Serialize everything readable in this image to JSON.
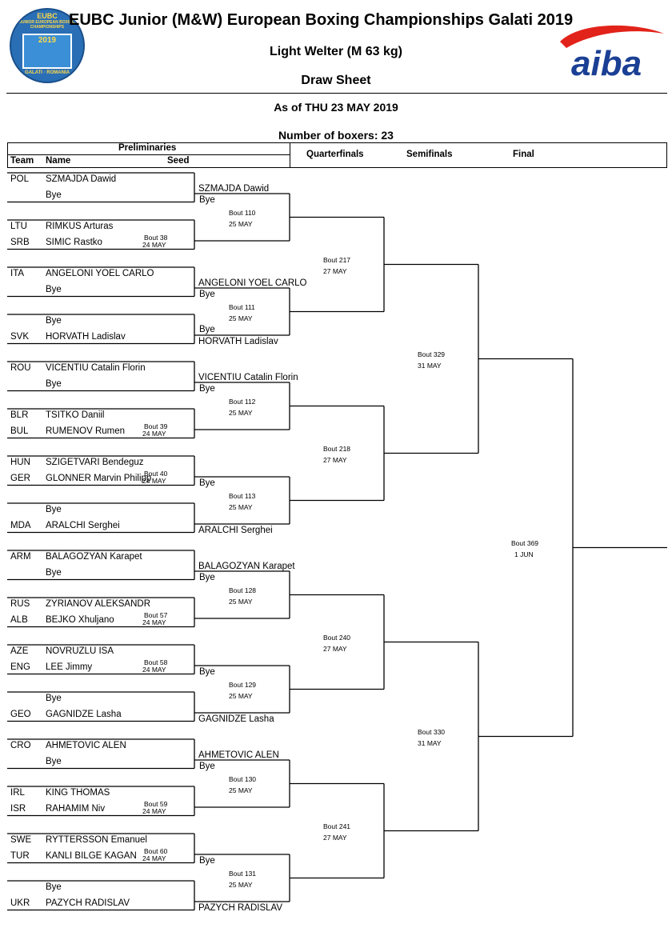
{
  "header": {
    "title": "EUBC Junior (M&W) European Boxing Championships Galati 2019",
    "category": "Light Welter (M 63 kg)",
    "sheet": "Draw Sheet",
    "as_of": "As of THU 23 MAY 2019",
    "boxers": "Number of boxers: 23"
  },
  "logos": {
    "event_top": "EUBC",
    "event_mid": "JUNIOR EUROPEAN BOXING CHAMPIONSHIPS",
    "event_year": "2019",
    "event_bottom": "GALATI · ROMANIA",
    "aiba": "aiba",
    "aiba_color": "#1b3f94",
    "aiba_swoosh": "#e2231a"
  },
  "columns": {
    "preliminaries": "Preliminaries",
    "team": "Team",
    "name": "Name",
    "seed": "Seed",
    "quarterfinals": "Quarterfinals",
    "semifinals": "Semifinals",
    "final": "Final"
  },
  "entries": [
    {
      "team": "POL",
      "name": "SZMAJDA Dawid"
    },
    {
      "team": "",
      "name": "Bye"
    },
    {
      "team": "LTU",
      "name": "RIMKUS Arturas"
    },
    {
      "team": "SRB",
      "name": "SIMIC Rastko"
    },
    {
      "team": "ITA",
      "name": "ANGELONI YOEL CARLO"
    },
    {
      "team": "",
      "name": "Bye"
    },
    {
      "team": "",
      "name": "Bye"
    },
    {
      "team": "SVK",
      "name": "HORVATH Ladislav"
    },
    {
      "team": "ROU",
      "name": "VICENTIU Catalin Florin"
    },
    {
      "team": "",
      "name": "Bye"
    },
    {
      "team": "BLR",
      "name": "TSITKO Daniil"
    },
    {
      "team": "BUL",
      "name": "RUMENOV Rumen"
    },
    {
      "team": "HUN",
      "name": "SZIGETVARI Bendeguz"
    },
    {
      "team": "GER",
      "name": "GLONNER Marvin Philipp"
    },
    {
      "team": "",
      "name": "Bye"
    },
    {
      "team": "MDA",
      "name": "ARALCHI Serghei"
    },
    {
      "team": "ARM",
      "name": "BALAGOZYAN Karapet"
    },
    {
      "team": "",
      "name": "Bye"
    },
    {
      "team": "RUS",
      "name": "ZYRIANOV ALEKSANDR"
    },
    {
      "team": "ALB",
      "name": "BEJKO Xhuljano"
    },
    {
      "team": "AZE",
      "name": "NOVRUZLU ISA"
    },
    {
      "team": "ENG",
      "name": "LEE Jimmy"
    },
    {
      "team": "",
      "name": "Bye"
    },
    {
      "team": "GEO",
      "name": "GAGNIDZE Lasha"
    },
    {
      "team": "CRO",
      "name": "AHMETOVIC ALEN"
    },
    {
      "team": "",
      "name": "Bye"
    },
    {
      "team": "IRL",
      "name": "KING THOMAS"
    },
    {
      "team": "ISR",
      "name": "RAHAMIM Niv"
    },
    {
      "team": "SWE",
      "name": "RYTTERSSON Emanuel"
    },
    {
      "team": "TUR",
      "name": "KANLI BILGE KAGAN"
    },
    {
      "team": "",
      "name": "Bye"
    },
    {
      "team": "UKR",
      "name": "PAZYCH RADISLAV"
    }
  ],
  "prelim_bouts": [
    {
      "bout": "",
      "date": ""
    },
    {
      "bout": "Bout 38",
      "date": "24 MAY"
    },
    {
      "bout": "",
      "date": ""
    },
    {
      "bout": "",
      "date": ""
    },
    {
      "bout": "",
      "date": ""
    },
    {
      "bout": "Bout 39",
      "date": "24 MAY"
    },
    {
      "bout": "Bout 40",
      "date": "24 MAY"
    },
    {
      "bout": "",
      "date": ""
    },
    {
      "bout": "",
      "date": ""
    },
    {
      "bout": "Bout 57",
      "date": "24 MAY"
    },
    {
      "bout": "Bout 58",
      "date": "24 MAY"
    },
    {
      "bout": "",
      "date": ""
    },
    {
      "bout": "",
      "date": ""
    },
    {
      "bout": "Bout 59",
      "date": "24 MAY"
    },
    {
      "bout": "Bout 60",
      "date": "24 MAY"
    },
    {
      "bout": "",
      "date": ""
    }
  ],
  "r16": [
    {
      "top": "SZMAJDA Dawid",
      "bottom": "Bye",
      "bout": "Bout 110",
      "date": "25 MAY"
    },
    {
      "top": "ANGELONI YOEL CARLO",
      "bottom": "Bye",
      "bout": "Bout 111",
      "date": "25 MAY",
      "bottom2": "Bye",
      "bottom3": "HORVATH Ladislav"
    },
    {
      "top": "VICENTIU Catalin Florin",
      "bottom": "Bye",
      "bout": "Bout 112",
      "date": "25 MAY"
    },
    {
      "top": "",
      "bottom": "Bye",
      "bout": "Bout 113",
      "date": "25 MAY",
      "bottom3": "ARALCHI Serghei"
    },
    {
      "top": "BALAGOZYAN Karapet",
      "bottom": "Bye",
      "bout": "Bout 128",
      "date": "25 MAY"
    },
    {
      "top": "",
      "bottom": "Bye",
      "bout": "Bout 129",
      "date": "25 MAY",
      "bottom3": "GAGNIDZE Lasha"
    },
    {
      "top": "AHMETOVIC ALEN",
      "bottom": "Bye",
      "bout": "Bout 130",
      "date": "25 MAY"
    },
    {
      "top": "",
      "bottom": "Bye",
      "bout": "Bout 131",
      "date": "25 MAY",
      "bottom3": "PAZYCH RADISLAV"
    }
  ],
  "qf": [
    {
      "bout": "Bout 217",
      "date": "27 MAY"
    },
    {
      "bout": "Bout 218",
      "date": "27 MAY"
    },
    {
      "bout": "Bout 240",
      "date": "27 MAY"
    },
    {
      "bout": "Bout 241",
      "date": "27 MAY"
    }
  ],
  "sf": [
    {
      "bout": "Bout 329",
      "date": "31 MAY"
    },
    {
      "bout": "Bout 330",
      "date": "31 MAY"
    }
  ],
  "final": {
    "bout": "Bout 369",
    "date": "1 JUN"
  }
}
